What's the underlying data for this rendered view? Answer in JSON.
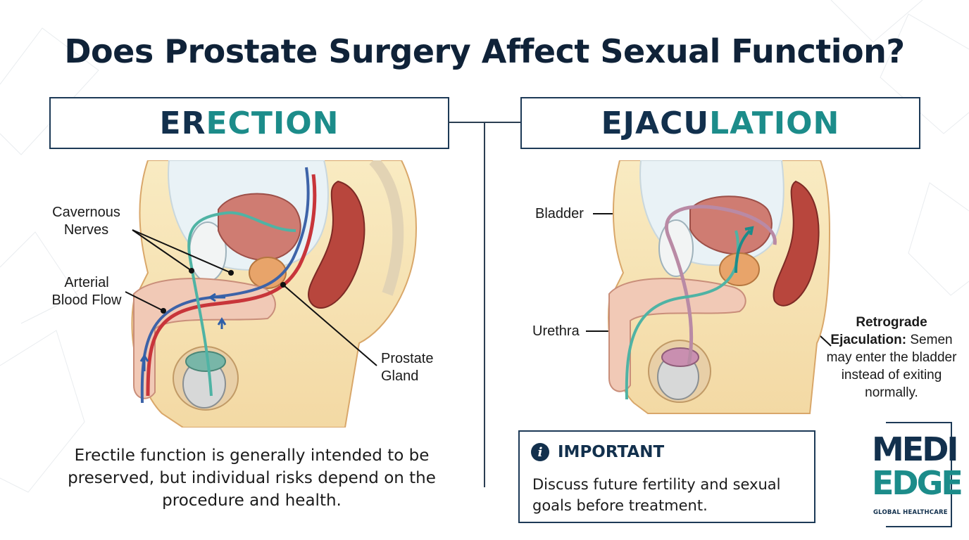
{
  "title": "Does Prostate Surgery Affect Sexual Function?",
  "left": {
    "heading_a": "ER",
    "heading_b": "ECTION",
    "labels": {
      "cavernous_nerves_1": "Cavernous",
      "cavernous_nerves_2": "Nerves",
      "arterial_1": "Arterial",
      "arterial_2": "Blood Flow",
      "prostate_1": "Prostate",
      "prostate_2": "Gland"
    },
    "caption": "Erectile function is generally intended to be preserved, but individual risks depend on the procedure and health."
  },
  "right": {
    "heading_a": "EJACU",
    "heading_b": "LATION",
    "labels": {
      "bladder": "Bladder",
      "urethra": "Urethra"
    },
    "note_bold": "Retrograde Ejaculation:",
    "note_text": "Semen may enter the bladder instead of exiting normally."
  },
  "important": {
    "icon": "info-icon",
    "label": "IMPORTANT",
    "text": "Discuss future fertility and sexual goals before treatment."
  },
  "logo": {
    "line1": "MEDI",
    "line2": "EDGE",
    "sub": "GLOBAL HEALTHCARE"
  },
  "colors": {
    "navy": "#12304d",
    "teal": "#1c8c8a",
    "artery": "#c8353a",
    "vein": "#3d63a8",
    "nerve": "#4fb3a4",
    "skin": "#f8e7b8",
    "tissue": "#e7a49a"
  }
}
